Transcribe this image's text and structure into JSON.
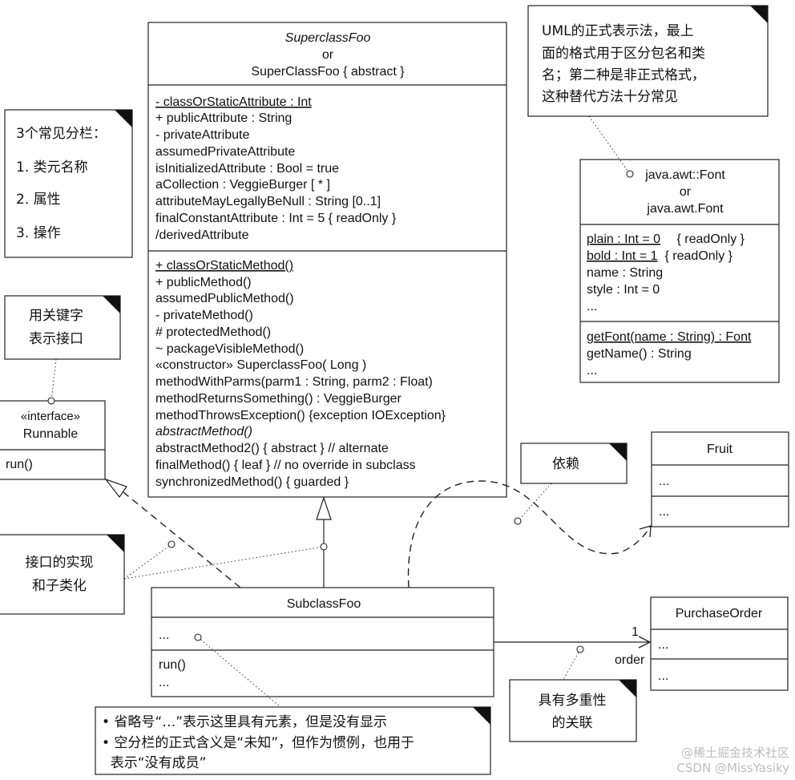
{
  "superclass": {
    "name_lines": [
      "SuperclassFoo",
      "or",
      "SuperClassFoo { abstract }"
    ],
    "attributes": [
      "- classOrStaticAttribute : Int",
      "+ publicAttribute : String",
      "- privateAttribute",
      "assumedPrivateAttribute",
      "isInitializedAttribute : Bool = true",
      "aCollection : VeggieBurger [ * ]",
      "attributeMayLegallyBeNull : String [0..1]",
      "finalConstantAttribute : Int = 5  { readOnly }",
      "/derivedAttribute"
    ],
    "operations": [
      "+ classOrStaticMethod()",
      "+ publicMethod()",
      "assumedPublicMethod()",
      "- privateMethod()",
      "# protectedMethod()",
      "~ packageVisibleMethod()",
      "«constructor» SuperclassFoo( Long )",
      "methodWithParms(parm1 : String, parm2 : Float)",
      "methodReturnsSomething() : VeggieBurger",
      "methodThrowsException() {exception IOException}",
      "abstractMethod()",
      "abstractMethod2() { abstract }    // alternate",
      "finalMethod() { leaf }  // no override in subclass",
      "synchronizedMethod() { guarded }"
    ]
  },
  "font_class": {
    "name_lines": [
      "java.awt::Font",
      "or",
      "java.awt.Font"
    ],
    "attributes": [
      "plain : Int = 0",
      "{ readOnly }",
      "bold : Int = 1",
      "{ readOnly }",
      "name : String",
      "style : Int = 0",
      "..."
    ],
    "operations": [
      "getFont(name : String) : Font",
      "getName() : String",
      "..."
    ]
  },
  "runnable": {
    "stereotype": "«interface»",
    "name": "Runnable",
    "operations": [
      "run()"
    ]
  },
  "subclass": {
    "name": "SubclassFoo",
    "attributes": [
      "..."
    ],
    "operations": [
      "run()",
      "..."
    ]
  },
  "fruit": {
    "name": "Fruit",
    "attributes": [
      "..."
    ],
    "operations": [
      "..."
    ]
  },
  "purchase_order": {
    "name": "PurchaseOrder",
    "attributes": [
      "..."
    ],
    "operations": [
      "..."
    ]
  },
  "association": {
    "multiplicity": "1",
    "role": "order"
  },
  "notes": {
    "compartments": [
      "3个常见分栏：",
      "1. 类元名称",
      "2. 属性",
      "3. 操作"
    ],
    "interface_keyword": [
      "用关键字",
      "表示接口"
    ],
    "uml_formal": [
      "UML的正式表示法，最上",
      "面的格式用于区分包名和类",
      "名；第二种是非正式格式，",
      "这种替代方法十分常见"
    ],
    "dependency": [
      "依赖"
    ],
    "realization": [
      "接口的实现",
      "和子类化"
    ],
    "multiplicity": [
      "具有多重性",
      "的关联"
    ],
    "ellipsis": [
      "• 省略号“…”表示这里具有元素，但是没有显示",
      "• 空分栏的正式含义是“未知”，但作为惯例，也用于",
      "  表示“没有成员”"
    ]
  },
  "watermark": [
    "@稀土掘金技术社区",
    "CSDN @MissYasiky"
  ]
}
